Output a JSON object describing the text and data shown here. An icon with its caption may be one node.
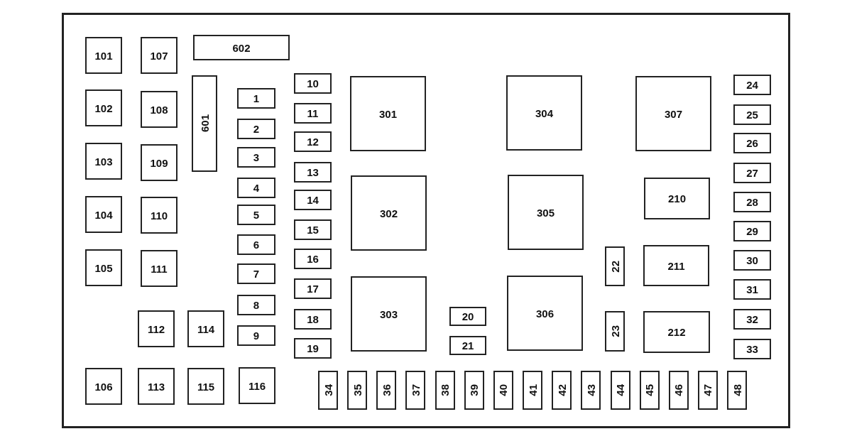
{
  "diagram": {
    "nodes": [
      {
        "text": [],
        "shape": "box"
      },
      {
        "text": [
          "101"
        ],
        "in": 0
      },
      {
        "text": [
          "102"
        ],
        "in": 0
      },
      {
        "text": [
          "103"
        ],
        "in": 0
      },
      {
        "text": [
          "104"
        ],
        "in": 0
      },
      {
        "text": [
          "105"
        ],
        "in": 0
      },
      {
        "text": [
          "106"
        ],
        "in": 0
      },
      {
        "text": [
          "107"
        ],
        "in": 0
      },
      {
        "text": [
          "108"
        ],
        "in": 0
      },
      {
        "text": [
          "109"
        ],
        "in": 0
      },
      {
        "text": [
          "110"
        ],
        "in": 0
      },
      {
        "text": [
          "111"
        ],
        "in": 0
      },
      {
        "text": [
          "112"
        ],
        "in": 0
      },
      {
        "text": [
          "113"
        ],
        "in": 0
      },
      {
        "text": [
          "114"
        ],
        "in": 0
      },
      {
        "text": [
          "115"
        ],
        "in": 0
      },
      {
        "text": [
          "116"
        ],
        "in": 0
      },
      {
        "text": [
          "602"
        ],
        "in": 0
      },
      {
        "text": [
          "601"
        ],
        "in": 0
      },
      {
        "text": [
          "1"
        ],
        "in": 0
      },
      {
        "text": [
          "2"
        ],
        "in": 0
      },
      {
        "text": [
          "3"
        ],
        "in": 0
      },
      {
        "text": [
          "4"
        ],
        "in": 0
      },
      {
        "text": [
          "5"
        ],
        "in": 0
      },
      {
        "text": [
          "6"
        ],
        "in": 0
      },
      {
        "text": [
          "7"
        ],
        "in": 0
      },
      {
        "text": [
          "8"
        ],
        "in": 0
      },
      {
        "text": [
          "9"
        ],
        "in": 0
      },
      {
        "text": [
          "10"
        ],
        "in": 0
      },
      {
        "text": [
          "11"
        ],
        "in": 0
      },
      {
        "text": [
          "12"
        ],
        "in": 0
      },
      {
        "text": [
          "13"
        ],
        "in": 0
      },
      {
        "text": [
          "14"
        ],
        "in": 0
      },
      {
        "text": [
          "15"
        ],
        "in": 0
      },
      {
        "text": [
          "16"
        ],
        "in": 0
      },
      {
        "text": [
          "17"
        ],
        "in": 0
      },
      {
        "text": [
          "18"
        ],
        "in": 0
      },
      {
        "text": [
          "19"
        ],
        "in": 0
      },
      {
        "text": [
          "301"
        ],
        "in": 0
      },
      {
        "text": [
          "302"
        ],
        "in": 0
      },
      {
        "text": [
          "303"
        ],
        "in": 0
      },
      {
        "text": [
          "20"
        ],
        "in": 0
      },
      {
        "text": [
          "21"
        ],
        "in": 0
      },
      {
        "text": [
          "304"
        ],
        "in": 0
      },
      {
        "text": [
          "305"
        ],
        "in": 0
      },
      {
        "text": [
          "306"
        ],
        "in": 0
      },
      {
        "text": [
          "22"
        ],
        "in": 0
      },
      {
        "text": [
          "23"
        ],
        "in": 0
      },
      {
        "text": [
          "307"
        ],
        "in": 0
      },
      {
        "text": [
          "210"
        ],
        "in": 0
      },
      {
        "text": [
          "211"
        ],
        "in": 0
      },
      {
        "text": [
          "212"
        ],
        "in": 0
      },
      {
        "text": [
          "24"
        ],
        "in": 0
      },
      {
        "text": [
          "25"
        ],
        "in": 0
      },
      {
        "text": [
          "26"
        ],
        "in": 0
      },
      {
        "text": [
          "27"
        ],
        "in": 0
      },
      {
        "text": [
          "28"
        ],
        "in": 0
      },
      {
        "text": [
          "29"
        ],
        "in": 0
      },
      {
        "text": [
          "30"
        ],
        "in": 0
      },
      {
        "text": [
          "31"
        ],
        "in": 0
      },
      {
        "text": [
          "32"
        ],
        "in": 0
      },
      {
        "text": [
          "33"
        ],
        "in": 0
      },
      {
        "text": [
          "34"
        ],
        "in": 0
      },
      {
        "text": [
          "35"
        ],
        "in": 0
      },
      {
        "text": [
          "36"
        ],
        "in": 0
      },
      {
        "text": [
          "37"
        ],
        "in": 0
      },
      {
        "text": [
          "38"
        ],
        "in": 0
      },
      {
        "text": [
          "39"
        ],
        "in": 0
      },
      {
        "text": [
          "40"
        ],
        "in": 0
      },
      {
        "text": [
          "41"
        ],
        "in": 0
      },
      {
        "text": [
          "42"
        ],
        "in": 0
      },
      {
        "text": [
          "43"
        ],
        "in": 0
      },
      {
        "text": [
          "44"
        ],
        "in": 0
      },
      {
        "text": [
          "45"
        ],
        "in": 0
      },
      {
        "text": [
          "46"
        ],
        "in": 0
      },
      {
        "text": [
          "47"
        ],
        "in": 0
      },
      {
        "text": [
          "48"
        ],
        "in": 0
      }
    ]
  }
}
